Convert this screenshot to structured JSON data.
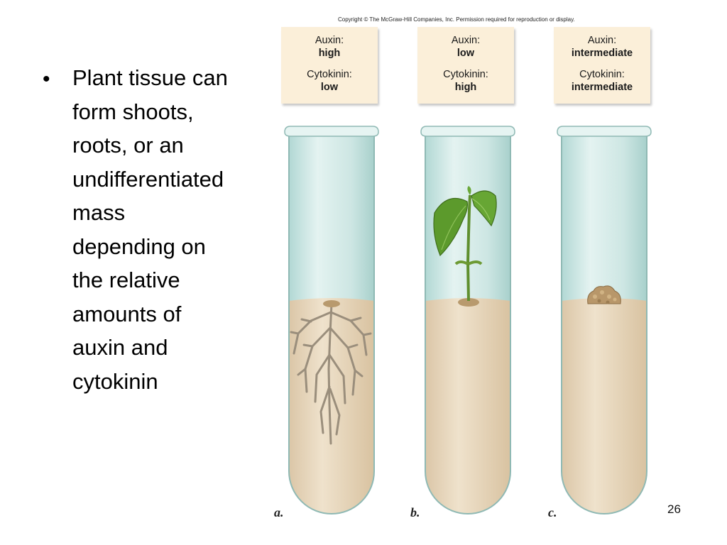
{
  "slide": {
    "bullet": "Plant tissue can\nform shoots,\nroots, or an\nundifferentiated\nmass\ndepending on\nthe relative\namounts of\nauxin and\ncytokinin",
    "page_number": "26"
  },
  "figure": {
    "copyright": "Copyright © The McGraw-Hill Companies, Inc. Permission required for reproduction or display.",
    "panels": [
      {
        "letter": "a.",
        "auxin_label": "Auxin:",
        "auxin_value": "high",
        "cytokinin_label": "Cytokinin:",
        "cytokinin_value": "low"
      },
      {
        "letter": "b.",
        "auxin_label": "Auxin:",
        "auxin_value": "low",
        "cytokinin_label": "Cytokinin:",
        "cytokinin_value": "high"
      },
      {
        "letter": "c.",
        "auxin_label": "Auxin:",
        "auxin_value": "intermediate",
        "cytokinin_label": "Cytokinin:",
        "cytokinin_value": "intermediate"
      }
    ],
    "colors": {
      "card": "#fbefd9",
      "glass": "#cfe7e4",
      "medium": "#e7d6bd",
      "plant": "#4f8a2a"
    }
  }
}
